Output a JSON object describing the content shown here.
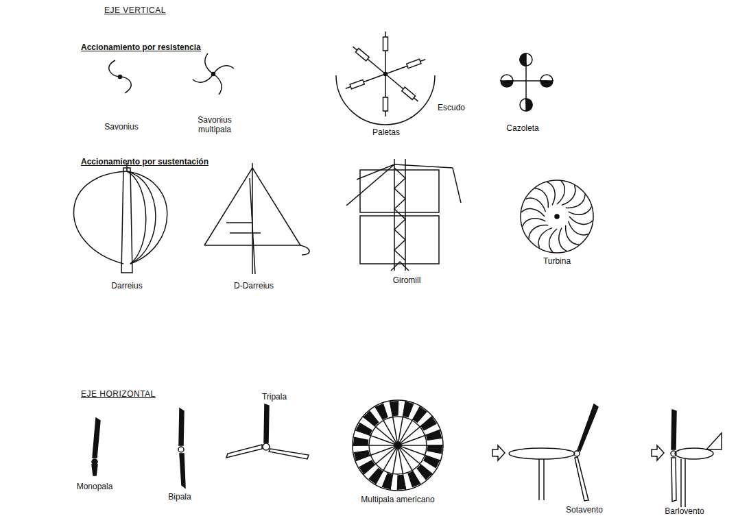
{
  "diagram": {
    "labels": [
      "EJE VERTICAL",
      "Accionamiento por resistencia",
      "Savonius",
      "Savonius multipala",
      "Paletas",
      "Escudo",
      "Cazoleta",
      "Accionamiento por sustentación",
      "Darreius",
      "D-Darreius",
      "Giromill",
      "Turbina",
      "EJE HORIZONTAL",
      "Monopala",
      "Bipala",
      "Tripala",
      "Multipala americano",
      "Sotavento",
      "Barlovento"
    ]
  }
}
